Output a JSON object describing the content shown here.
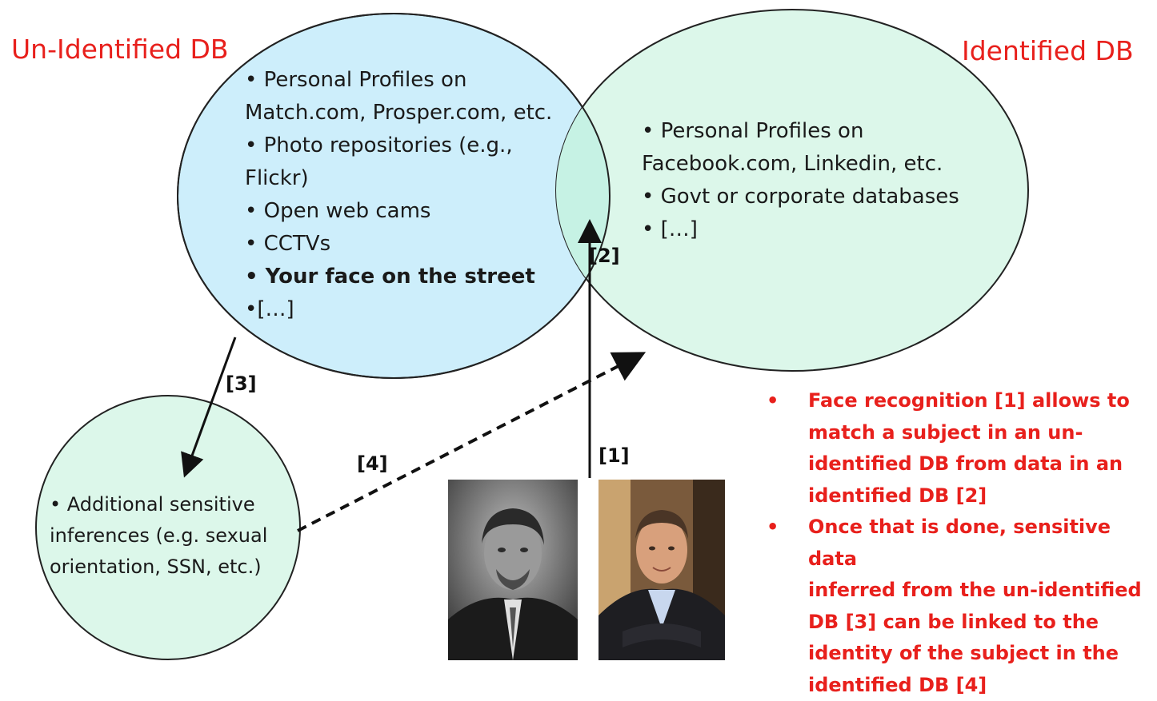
{
  "titles": {
    "unidentified": "Un-Identified DB",
    "identified": "Identified DB"
  },
  "unidentified_items": [
    "• Personal Profiles on",
    "Match.com, Prosper.com, etc.",
    "• Photo repositories (e.g.,",
    "Flickr)",
    "• Open web cams",
    "• CCTVs",
    "• Your face on the street",
    "•[…]"
  ],
  "identified_items": [
    "• Personal Profiles on",
    "Facebook.com,  Linkedin, etc.",
    "• Govt or corporate databases",
    "• […]"
  ],
  "inferences_items": [
    "• Additional sensitive",
    "inferences (e.g. sexual",
    "orientation, SSN, etc.)"
  ],
  "arrow_labels": {
    "one": "[1]",
    "two": "[2]",
    "three": "[3]",
    "four": "[4]"
  },
  "notes": [
    {
      "bullet": "•",
      "lines": [
        "Face recognition [1] allows to",
        "match a subject in an un-",
        "identified DB from data in an",
        "identified DB [2]"
      ]
    },
    {
      "bullet": "•",
      "lines": [
        "Once that is done, sensitive data",
        "inferred from the un-identified",
        "DB [3] can be linked to the",
        "identity of the subject in the",
        "identified DB [4]"
      ]
    }
  ],
  "colors": {
    "accent_red": "#e8201c",
    "unidentified_fill": "#cdeefb",
    "identified_fill": "#dcf7ea",
    "overlap_fill": "#c6f2e4"
  }
}
